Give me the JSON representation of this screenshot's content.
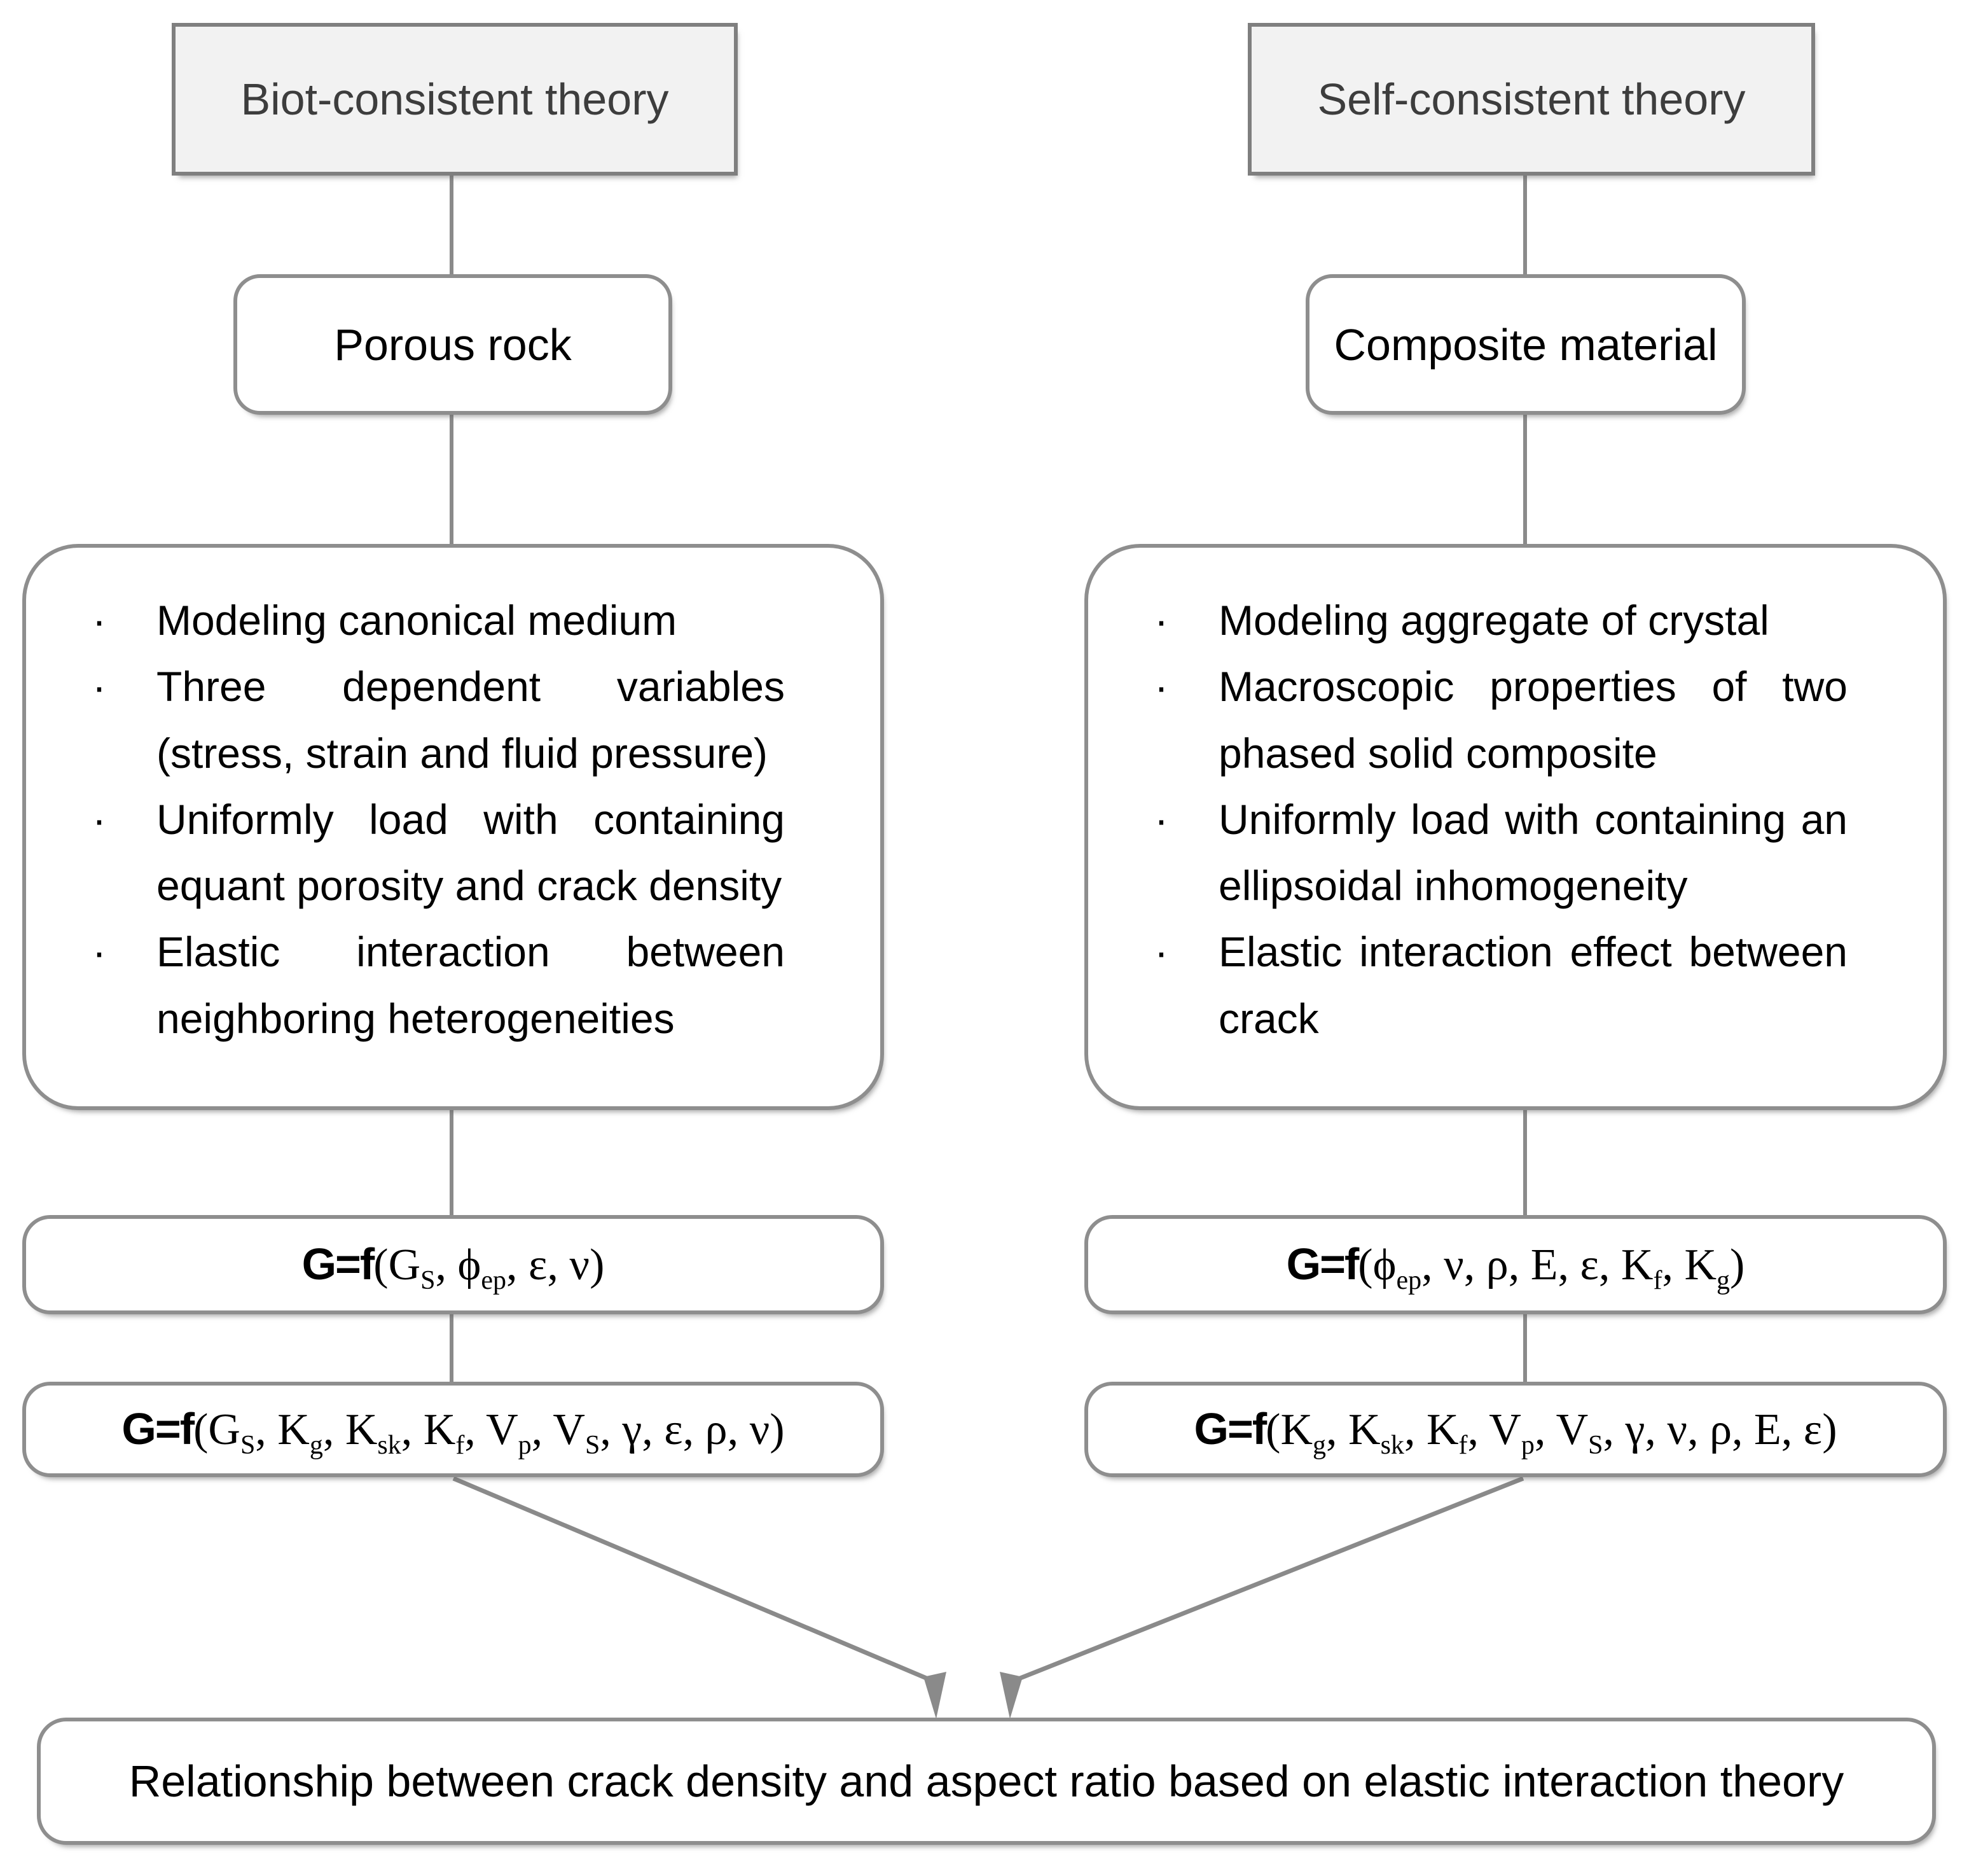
{
  "diagram": {
    "left": {
      "header": "Biot-consistent theory",
      "subject": "Porous rock",
      "bullets": [
        "Modeling canonical medium",
        "Three dependent variables (stress, strain and fluid pressure)",
        "Uniformly load with containing equant porosity and crack density",
        "Elastic interaction between neighboring heterogeneities"
      ],
      "formula_reduced": {
        "prefix": "G=f",
        "tokens": [
          {
            "b": "G",
            "s": "S"
          },
          {
            "b": "ϕ",
            "s": "ep"
          },
          {
            "b": "ε"
          },
          {
            "b": "ν"
          }
        ]
      },
      "formula_full": {
        "prefix": "G=f",
        "tokens": [
          {
            "b": "G",
            "s": "S"
          },
          {
            "b": "K",
            "s": "g"
          },
          {
            "b": "K",
            "s": "sk"
          },
          {
            "b": "K",
            "s": "f"
          },
          {
            "b": "V",
            "s": "p"
          },
          {
            "b": "V",
            "s": "S"
          },
          {
            "b": "γ"
          },
          {
            "b": "ε"
          },
          {
            "b": "ρ"
          },
          {
            "b": "ν"
          }
        ]
      }
    },
    "right": {
      "header": "Self-consistent theory",
      "subject": "Composite material",
      "bullets": [
        "Modeling aggregate of crystal",
        "Macroscopic properties of two phased solid composite",
        "Uniformly load with containing an ellipsoidal inhomogeneity",
        "Elastic interaction effect between crack"
      ],
      "formula_reduced": {
        "prefix": "G=f",
        "tokens": [
          {
            "b": "ϕ",
            "s": "ep"
          },
          {
            "b": "ν"
          },
          {
            "b": "ρ"
          },
          {
            "b": "E"
          },
          {
            "b": "ε"
          },
          {
            "b": "K",
            "s": "f"
          },
          {
            "b": "K",
            "s": "g"
          }
        ]
      },
      "formula_full": {
        "prefix": "G=f",
        "tokens": [
          {
            "b": "K",
            "s": "g"
          },
          {
            "b": "K",
            "s": "sk"
          },
          {
            "b": "K",
            "s": "f"
          },
          {
            "b": "V",
            "s": "p"
          },
          {
            "b": "V",
            "s": "S"
          },
          {
            "b": "γ"
          },
          {
            "b": "ν"
          },
          {
            "b": "ρ"
          },
          {
            "b": "E"
          },
          {
            "b": "ε"
          }
        ]
      }
    },
    "conclusion": "Relationship between crack density and aspect ratio based on elastic interaction theory",
    "colors": {
      "header_fill": "#f2f2f2",
      "header_border": "#7f7f7f",
      "box_border": "#8e8e8e",
      "connector": "#8a8a8a",
      "header_text": "#3d3d3d",
      "body_text": "#000000"
    }
  }
}
